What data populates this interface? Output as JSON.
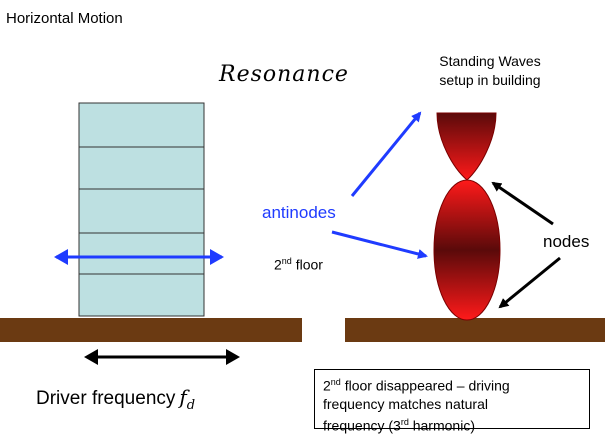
{
  "title": "Horizontal Motion",
  "subtitle": "Resonance",
  "standing_waves": {
    "line1": "Standing Waves",
    "line2": "setup in building"
  },
  "labels": {
    "antinodes": "antinodes",
    "nodes": "nodes",
    "floor_ordinal": "2",
    "floor_suffix": "nd",
    "floor_word": " floor"
  },
  "driver": {
    "text": "Driver frequency",
    "symbol": "f",
    "subscript": "d"
  },
  "note": {
    "ordinal": "2",
    "ordinal_suffix": "nd",
    "line1_rest": " floor disappeared – driving",
    "line2": "frequency matches natural",
    "line3_start": "frequency (3",
    "harmonic_suffix": "rd",
    "line3_end": " harmonic)"
  },
  "colors": {
    "building": "#bde0e1",
    "ground": "#6b3a12",
    "arrow_blue": "#1f3bff",
    "wave_red": "#e8161d",
    "wave_dark": "#5a0a0a"
  }
}
